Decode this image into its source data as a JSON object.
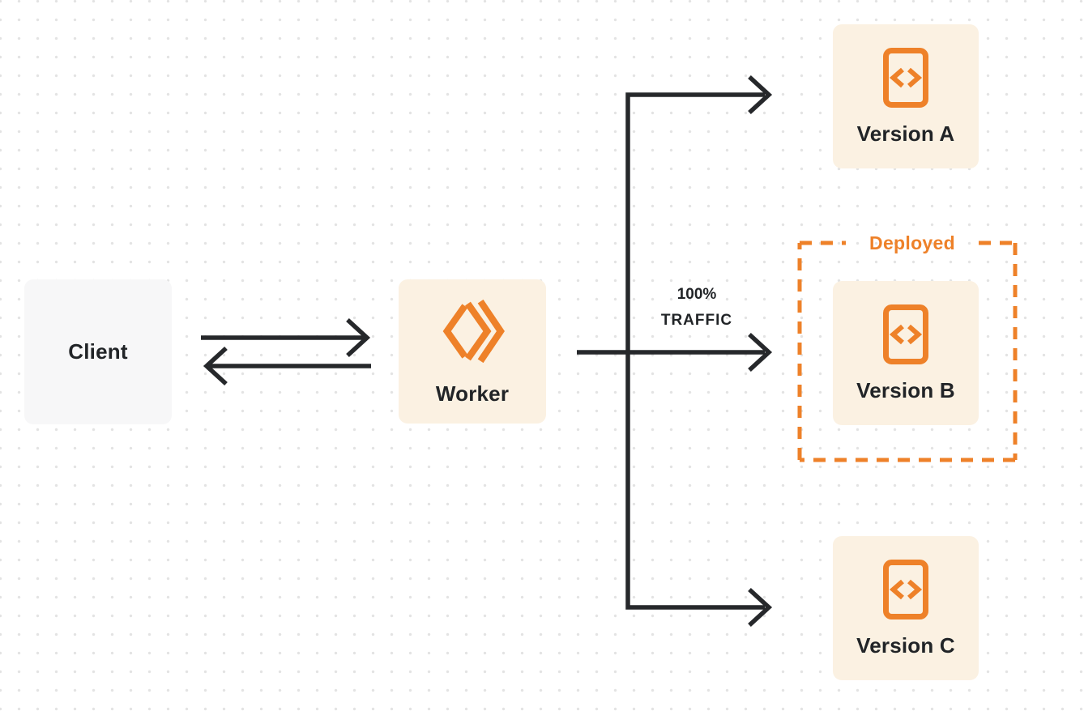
{
  "diagram": {
    "nodes": {
      "client": {
        "label": "Client"
      },
      "worker": {
        "label": "Worker"
      },
      "version_a": {
        "label": "Version A"
      },
      "version_b": {
        "label": "Version B"
      },
      "version_c": {
        "label": "Version C"
      }
    },
    "labels": {
      "deployed": "Deployed",
      "traffic_line1": "100%",
      "traffic_line2": "TRAFFIC"
    }
  },
  "colors": {
    "orange": "#EE8129",
    "node_cream": "#FBF1E2",
    "node_gray": "#F7F7F8",
    "line_dark": "#26282B",
    "dot_grid": "#E3E3E3",
    "label_dark": "#212427"
  }
}
